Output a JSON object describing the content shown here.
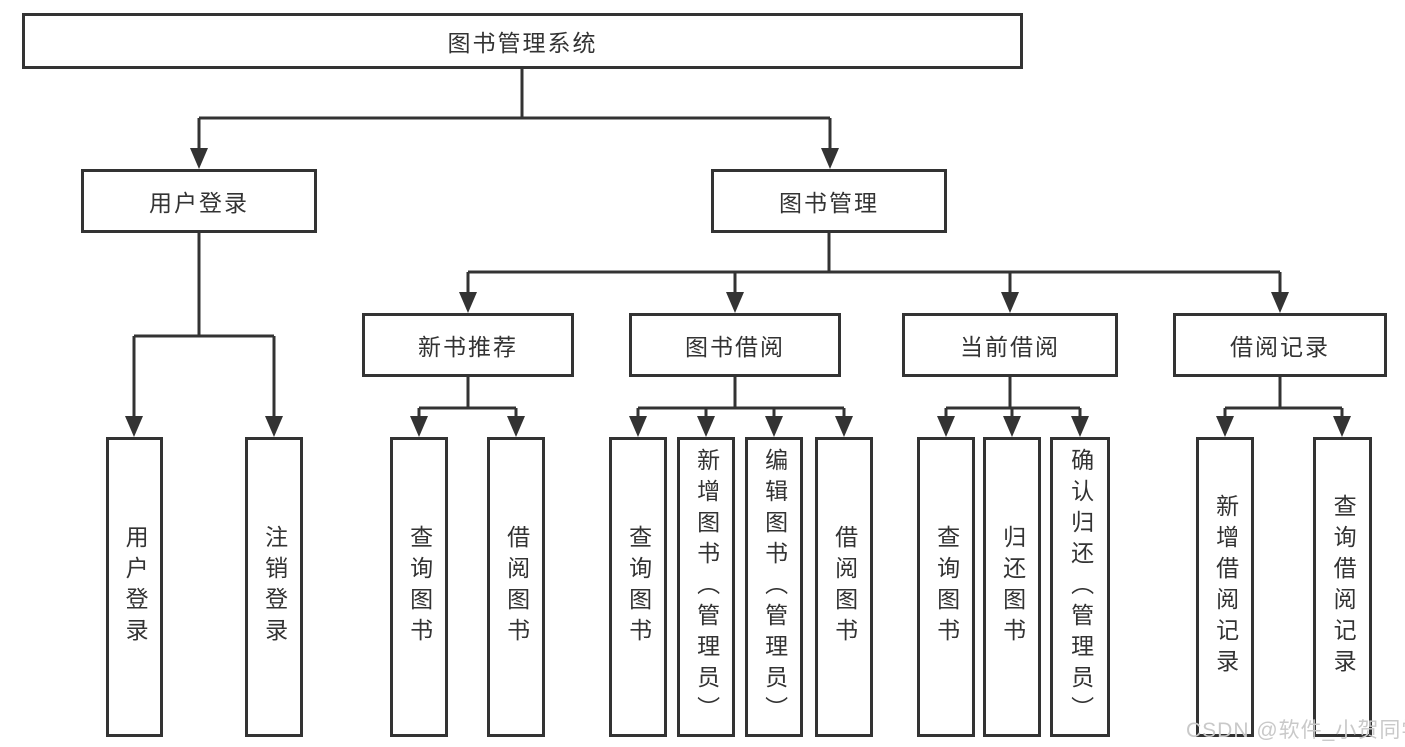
{
  "diagram": {
    "colors": {
      "line": "#333333",
      "text": "#333333",
      "background": "#ffffff",
      "watermark": "#c9c9c9"
    },
    "tree": {
      "root": {
        "label": "图书管理系统"
      },
      "level2": [
        {
          "label": "用户登录"
        },
        {
          "label": "图书管理"
        }
      ],
      "level3": [
        {
          "label": "新书推荐"
        },
        {
          "label": "图书借阅"
        },
        {
          "label": "当前借阅"
        },
        {
          "label": "借阅记录"
        }
      ],
      "leaf_groups": [
        {
          "parent": "用户登录",
          "items": [
            {
              "label": "用户登录"
            },
            {
              "label": "注销登录"
            }
          ]
        },
        {
          "parent": "新书推荐",
          "items": [
            {
              "label": "查询图书"
            },
            {
              "label": "借阅图书"
            }
          ]
        },
        {
          "parent": "图书借阅",
          "items": [
            {
              "label": "查询图书"
            },
            {
              "label": "新增图书（管理员）"
            },
            {
              "label": "编辑图书（管理员）"
            },
            {
              "label": "借阅图书"
            }
          ]
        },
        {
          "parent": "当前借阅",
          "items": [
            {
              "label": "查询图书"
            },
            {
              "label": "归还图书"
            },
            {
              "label": "确认归还（管理员）"
            }
          ]
        },
        {
          "parent": "借阅记录",
          "items": [
            {
              "label": "新增借阅记录"
            },
            {
              "label": "查询借阅记录"
            }
          ]
        }
      ]
    },
    "watermark": "CSDN @软件_小贺同学"
  }
}
